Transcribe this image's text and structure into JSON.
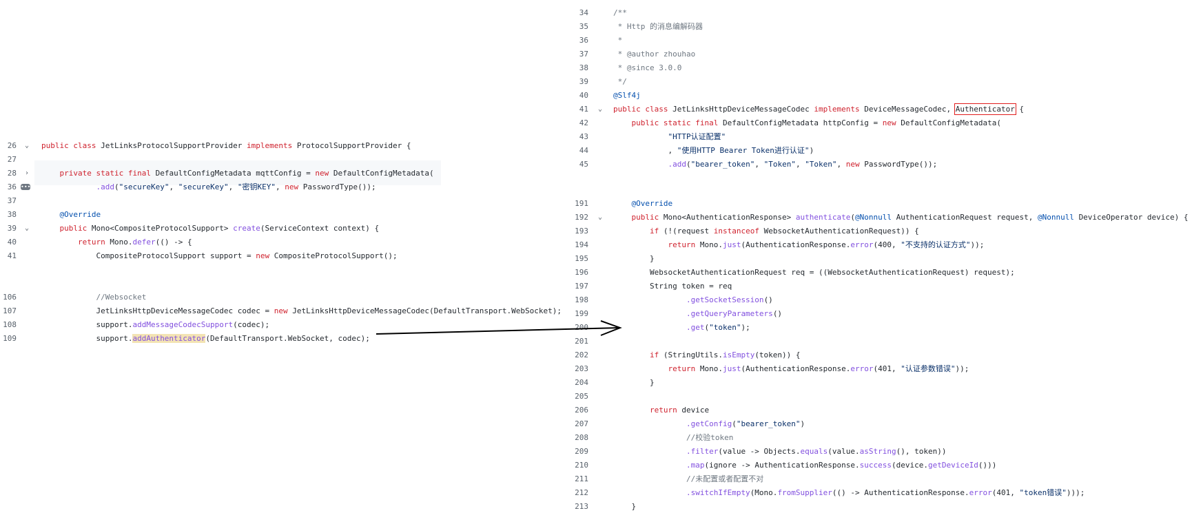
{
  "left_code": {
    "lines": [
      {
        "n": "26",
        "fold": "v",
        "tokens": [
          {
            "t": "public class ",
            "c": "k"
          },
          {
            "t": "JetLinksProtocolSupportProvider "
          },
          {
            "t": "implements ",
            "c": "k"
          },
          {
            "t": "ProtocolSupportProvider {"
          }
        ]
      },
      {
        "n": "27",
        "tokens": []
      },
      {
        "n": "28",
        "fold": ">",
        "tokens": [
          {
            "t": "    "
          },
          {
            "t": "private static final ",
            "c": "k"
          },
          {
            "t": "DefaultConfigMetadata mqttConfig = "
          },
          {
            "t": "new ",
            "c": "k"
          },
          {
            "t": "DefaultConfigMetadata("
          }
        ]
      },
      {
        "n": "36",
        "tokens": [
          {
            "t": "            "
          },
          {
            "t": ".add",
            "c": "fn"
          },
          {
            "t": "("
          },
          {
            "t": "\"secureKey\"",
            "c": "str"
          },
          {
            "t": ", "
          },
          {
            "t": "\"secureKey\"",
            "c": "str"
          },
          {
            "t": ", "
          },
          {
            "t": "\"密钥KEY\"",
            "c": "str"
          },
          {
            "t": ", "
          },
          {
            "t": "new ",
            "c": "k"
          },
          {
            "t": "PasswordType());"
          }
        ]
      },
      {
        "n": "37",
        "tokens": []
      },
      {
        "n": "38",
        "tokens": [
          {
            "t": "    "
          },
          {
            "t": "@Override",
            "c": "ann"
          }
        ]
      },
      {
        "n": "39",
        "fold": "v",
        "tokens": [
          {
            "t": "    "
          },
          {
            "t": "public ",
            "c": "k"
          },
          {
            "t": "Mono<CompositeProtocolSupport> "
          },
          {
            "t": "create",
            "c": "fn"
          },
          {
            "t": "(ServiceContext context) {"
          }
        ]
      },
      {
        "n": "40",
        "tokens": [
          {
            "t": "        "
          },
          {
            "t": "return ",
            "c": "k"
          },
          {
            "t": "Mono."
          },
          {
            "t": "defer",
            "c": "fn"
          },
          {
            "t": "(() -> {"
          }
        ]
      },
      {
        "n": "41",
        "tokens": [
          {
            "t": "            CompositeProtocolSupport support = "
          },
          {
            "t": "new ",
            "c": "k"
          },
          {
            "t": "CompositeProtocolSupport();"
          }
        ]
      },
      {
        "n": "106",
        "tokens": [
          {
            "t": "            "
          },
          {
            "t": "//Websocket",
            "c": "cm"
          }
        ]
      },
      {
        "n": "107",
        "tokens": [
          {
            "t": "            JetLinksHttpDeviceMessageCodec codec = "
          },
          {
            "t": "new ",
            "c": "k"
          },
          {
            "t": "JetLinksHttpDeviceMessageCodec(DefaultTransport.WebSocket);"
          }
        ]
      },
      {
        "n": "108",
        "tokens": [
          {
            "t": "            support."
          },
          {
            "t": "addMessageCodecSupport",
            "c": "fn"
          },
          {
            "t": "(codec);"
          }
        ]
      },
      {
        "n": "109",
        "tokens": [
          {
            "t": "            support."
          },
          {
            "t": "addAuthenticator",
            "c": "fn hl"
          },
          {
            "t": "(DefaultTransport.WebSocket, codec);"
          }
        ]
      }
    ]
  },
  "right_code": {
    "lines": [
      {
        "n": "34",
        "tokens": [
          {
            "t": "/**",
            "c": "cm"
          }
        ]
      },
      {
        "n": "35",
        "tokens": [
          {
            "t": " * Http 的消息编解码器",
            "c": "cm"
          }
        ]
      },
      {
        "n": "36",
        "tokens": [
          {
            "t": " *",
            "c": "cm"
          }
        ]
      },
      {
        "n": "37",
        "tokens": [
          {
            "t": " * @author zhouhao",
            "c": "cm"
          }
        ]
      },
      {
        "n": "38",
        "tokens": [
          {
            "t": " * @since 3.0.0",
            "c": "cm"
          }
        ]
      },
      {
        "n": "39",
        "tokens": [
          {
            "t": " */",
            "c": "cm"
          }
        ]
      },
      {
        "n": "40",
        "tokens": [
          {
            "t": "@Slf4j",
            "c": "ann"
          }
        ]
      },
      {
        "n": "41",
        "fold": "v",
        "tokens": [
          {
            "t": "public class ",
            "c": "k"
          },
          {
            "t": "JetLinksHttpDeviceMessageCodec "
          },
          {
            "t": "implements ",
            "c": "k"
          },
          {
            "t": "DeviceMessageCodec, "
          },
          {
            "t": "Authenticator",
            "c": "boxed"
          },
          {
            "t": " {"
          }
        ]
      },
      {
        "n": "42",
        "tokens": [
          {
            "t": "    "
          },
          {
            "t": "public static final ",
            "c": "k"
          },
          {
            "t": "DefaultConfigMetadata httpConfig = "
          },
          {
            "t": "new ",
            "c": "k"
          },
          {
            "t": "DefaultConfigMetadata("
          }
        ]
      },
      {
        "n": "43",
        "tokens": [
          {
            "t": "            "
          },
          {
            "t": "\"HTTP认证配置\"",
            "c": "str"
          }
        ]
      },
      {
        "n": "44",
        "tokens": [
          {
            "t": "            , "
          },
          {
            "t": "\"使用HTTP Bearer Token进行认证\"",
            "c": "str"
          },
          {
            "t": ")"
          }
        ]
      },
      {
        "n": "45",
        "tokens": [
          {
            "t": "            "
          },
          {
            "t": ".add",
            "c": "fn"
          },
          {
            "t": "("
          },
          {
            "t": "\"bearer_token\"",
            "c": "str"
          },
          {
            "t": ", "
          },
          {
            "t": "\"Token\"",
            "c": "str"
          },
          {
            "t": ", "
          },
          {
            "t": "\"Token\"",
            "c": "str"
          },
          {
            "t": ", "
          },
          {
            "t": "new ",
            "c": "k"
          },
          {
            "t": "PasswordType());"
          }
        ]
      },
      {
        "n": "191",
        "tokens": [
          {
            "t": "    "
          },
          {
            "t": "@Override",
            "c": "ann"
          }
        ]
      },
      {
        "n": "192",
        "fold": "v",
        "tokens": [
          {
            "t": "    "
          },
          {
            "t": "public ",
            "c": "k"
          },
          {
            "t": "Mono<AuthenticationResponse> "
          },
          {
            "t": "authenticate",
            "c": "fn"
          },
          {
            "t": "("
          },
          {
            "t": "@Nonnull ",
            "c": "ann"
          },
          {
            "t": "AuthenticationRequest request, "
          },
          {
            "t": "@Nonnull ",
            "c": "ann"
          },
          {
            "t": "DeviceOperator device) {"
          }
        ]
      },
      {
        "n": "193",
        "tokens": [
          {
            "t": "        "
          },
          {
            "t": "if ",
            "c": "k"
          },
          {
            "t": "(!(request "
          },
          {
            "t": "instanceof ",
            "c": "k"
          },
          {
            "t": "WebsocketAuthenticationRequest)) {"
          }
        ]
      },
      {
        "n": "194",
        "tokens": [
          {
            "t": "            "
          },
          {
            "t": "return ",
            "c": "k"
          },
          {
            "t": "Mono."
          },
          {
            "t": "just",
            "c": "fn"
          },
          {
            "t": "(AuthenticationResponse."
          },
          {
            "t": "error",
            "c": "fn"
          },
          {
            "t": "(400, "
          },
          {
            "t": "\"不支持的认证方式\"",
            "c": "str"
          },
          {
            "t": "));"
          }
        ]
      },
      {
        "n": "195",
        "tokens": [
          {
            "t": "        }"
          }
        ]
      },
      {
        "n": "196",
        "tokens": [
          {
            "t": "        WebsocketAuthenticationRequest req = ((WebsocketAuthenticationRequest) request);"
          }
        ]
      },
      {
        "n": "197",
        "tokens": [
          {
            "t": "        String token = req"
          }
        ]
      },
      {
        "n": "198",
        "tokens": [
          {
            "t": "                "
          },
          {
            "t": ".getSocketSession",
            "c": "fn"
          },
          {
            "t": "()"
          }
        ]
      },
      {
        "n": "199",
        "tokens": [
          {
            "t": "                "
          },
          {
            "t": ".getQueryParameters",
            "c": "fn"
          },
          {
            "t": "()"
          }
        ]
      },
      {
        "n": "200",
        "tokens": [
          {
            "t": "                "
          },
          {
            "t": ".get",
            "c": "fn"
          },
          {
            "t": "("
          },
          {
            "t": "\"token\"",
            "c": "str"
          },
          {
            "t": ");"
          }
        ]
      },
      {
        "n": "201",
        "tokens": []
      },
      {
        "n": "202",
        "tokens": [
          {
            "t": "        "
          },
          {
            "t": "if ",
            "c": "k"
          },
          {
            "t": "(StringUtils."
          },
          {
            "t": "isEmpty",
            "c": "fn"
          },
          {
            "t": "(token)) {"
          }
        ]
      },
      {
        "n": "203",
        "tokens": [
          {
            "t": "            "
          },
          {
            "t": "return ",
            "c": "k"
          },
          {
            "t": "Mono."
          },
          {
            "t": "just",
            "c": "fn"
          },
          {
            "t": "(AuthenticationResponse."
          },
          {
            "t": "error",
            "c": "fn"
          },
          {
            "t": "(401, "
          },
          {
            "t": "\"认证参数错误\"",
            "c": "str"
          },
          {
            "t": "));"
          }
        ]
      },
      {
        "n": "204",
        "tokens": [
          {
            "t": "        }"
          }
        ]
      },
      {
        "n": "205",
        "tokens": []
      },
      {
        "n": "206",
        "tokens": [
          {
            "t": "        "
          },
          {
            "t": "return ",
            "c": "k"
          },
          {
            "t": "device"
          }
        ]
      },
      {
        "n": "207",
        "tokens": [
          {
            "t": "                "
          },
          {
            "t": ".getConfig",
            "c": "fn"
          },
          {
            "t": "("
          },
          {
            "t": "\"bearer_token\"",
            "c": "str"
          },
          {
            "t": ")"
          }
        ]
      },
      {
        "n": "208",
        "tokens": [
          {
            "t": "                "
          },
          {
            "t": "//校验token",
            "c": "cm"
          }
        ]
      },
      {
        "n": "209",
        "tokens": [
          {
            "t": "                "
          },
          {
            "t": ".filter",
            "c": "fn"
          },
          {
            "t": "(value -> Objects."
          },
          {
            "t": "equals",
            "c": "fn"
          },
          {
            "t": "(value."
          },
          {
            "t": "asString",
            "c": "fn"
          },
          {
            "t": "(), token))"
          }
        ]
      },
      {
        "n": "210",
        "tokens": [
          {
            "t": "                "
          },
          {
            "t": ".map",
            "c": "fn"
          },
          {
            "t": "(ignore -> AuthenticationResponse."
          },
          {
            "t": "success",
            "c": "fn"
          },
          {
            "t": "(device."
          },
          {
            "t": "getDeviceId",
            "c": "fn"
          },
          {
            "t": "()))"
          }
        ]
      },
      {
        "n": "211",
        "tokens": [
          {
            "t": "                "
          },
          {
            "t": "//未配置或者配置不对",
            "c": "cm"
          }
        ]
      },
      {
        "n": "212",
        "tokens": [
          {
            "t": "                "
          },
          {
            "t": ".switchIfEmpty",
            "c": "fn"
          },
          {
            "t": "(Mono."
          },
          {
            "t": "fromSupplier",
            "c": "fn"
          },
          {
            "t": "(() -> AuthenticationResponse."
          },
          {
            "t": "error",
            "c": "fn"
          },
          {
            "t": "(401, "
          },
          {
            "t": "\"token错误\"",
            "c": "str"
          },
          {
            "t": ")));"
          }
        ]
      },
      {
        "n": "213",
        "tokens": [
          {
            "t": "    }"
          }
        ]
      }
    ]
  },
  "colors": {
    "keyword": "#cf222e",
    "function": "#8250df",
    "annotation": "#0550ae",
    "string": "#0a3069",
    "comment": "#6e7781",
    "highlight": "#f3e3b3",
    "box": "#e01b1b"
  },
  "icons": {
    "fold_open": "chevron-down-icon",
    "fold_closed": "chevron-right-icon",
    "collapsed": "ellipsis-icon"
  }
}
